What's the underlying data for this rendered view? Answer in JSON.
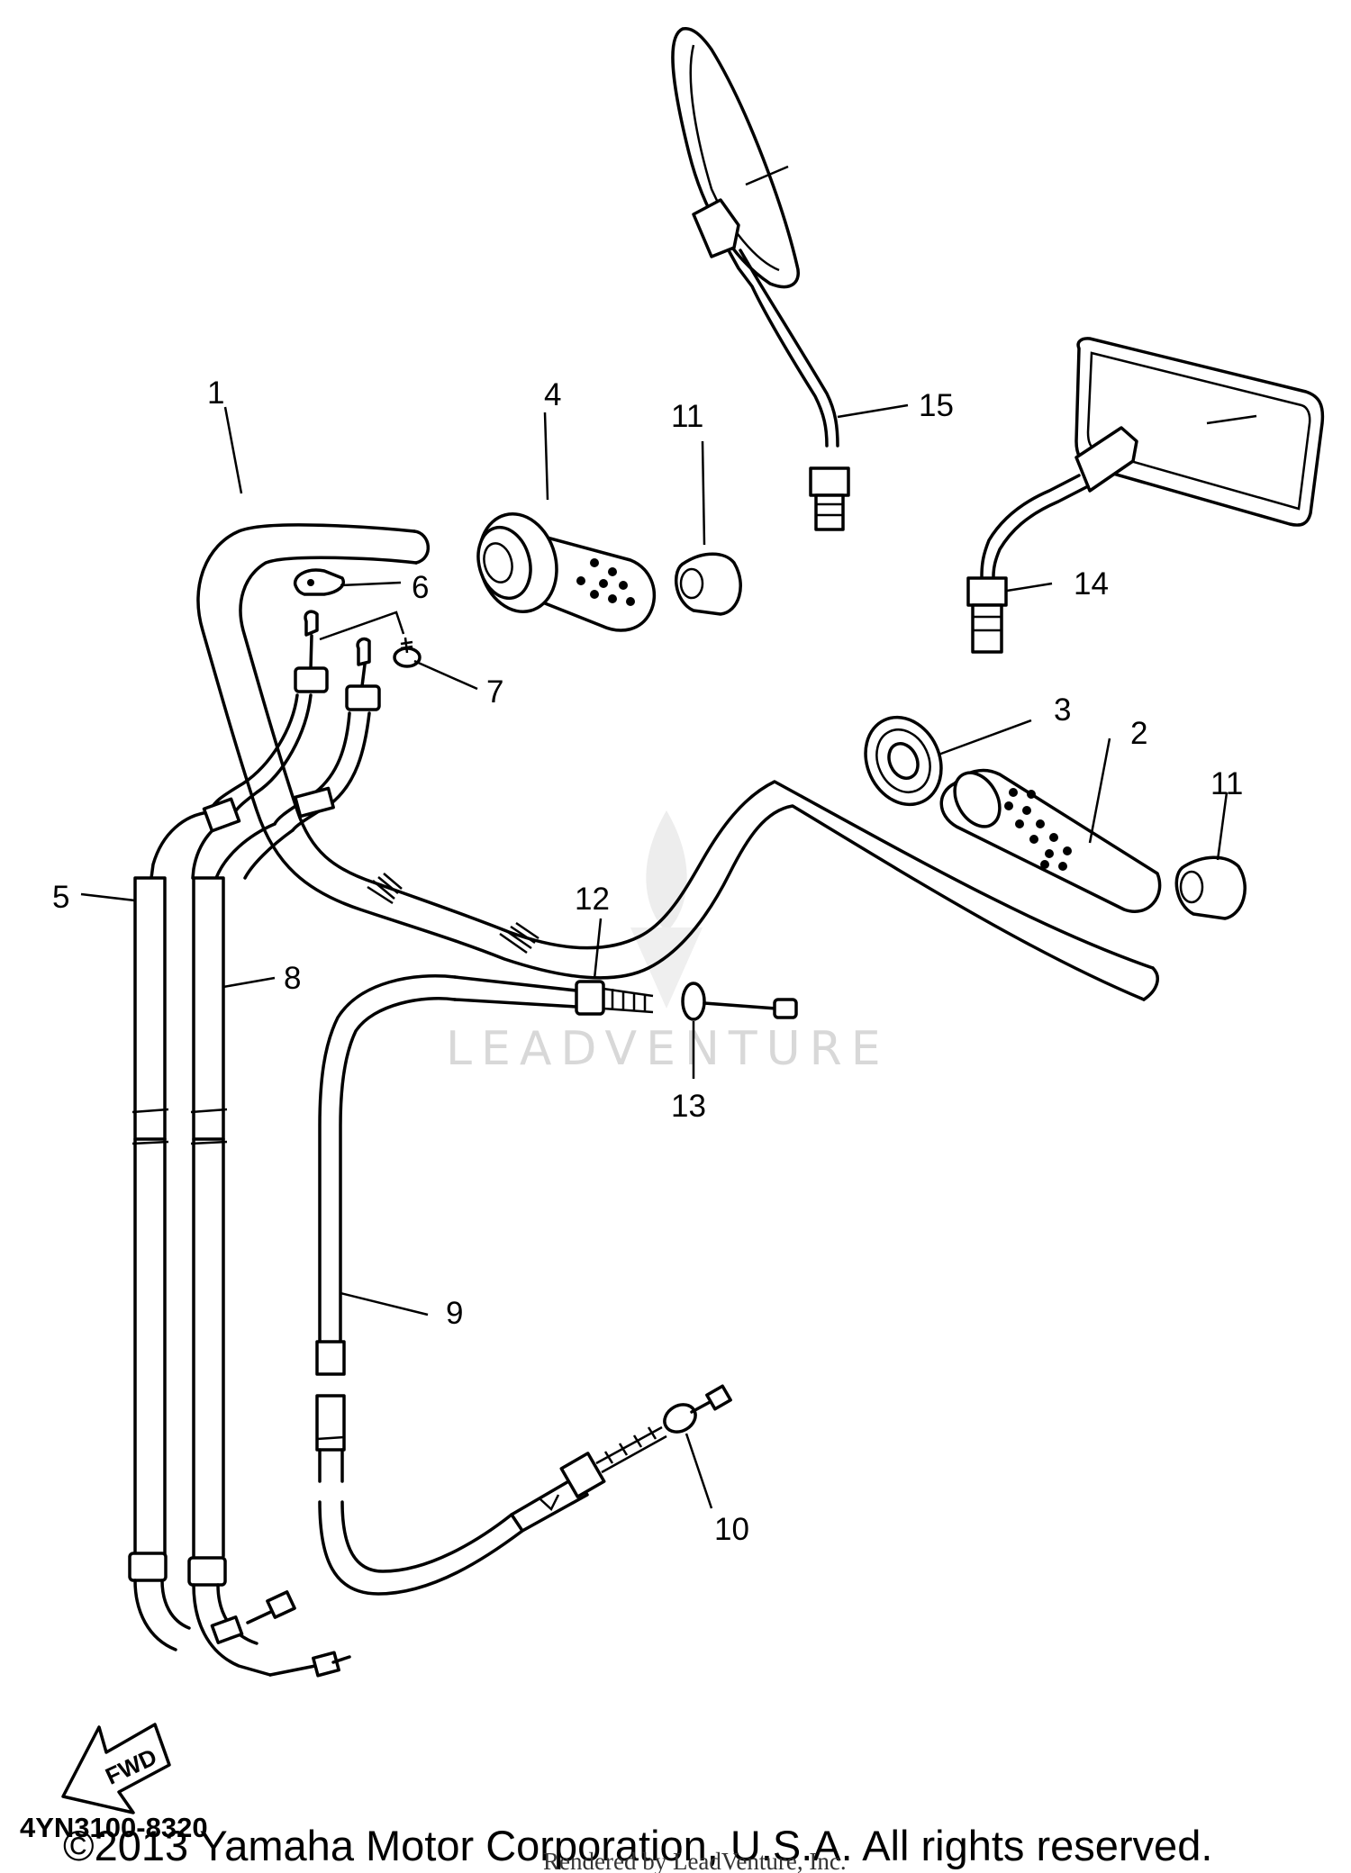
{
  "diagram": {
    "callouts": {
      "c1": "1",
      "c2": "2",
      "c3": "3",
      "c4": "4",
      "c5": "5",
      "c6": "6",
      "c7": "7",
      "c8": "8",
      "c9": "9",
      "c10": "10",
      "c11a": "11",
      "c11b": "11",
      "c12": "12",
      "c13": "13",
      "c14": "14",
      "c15": "15"
    },
    "fwd_label": "FWD",
    "part_code": "4YN3100-8320",
    "copyright": "©2013 Yamaha Motor Corporation, U.S.A. All rights reserved.",
    "rendered_by": "Rendered by LeadVenture, Inc.",
    "watermark": "LEADVENTURE"
  }
}
